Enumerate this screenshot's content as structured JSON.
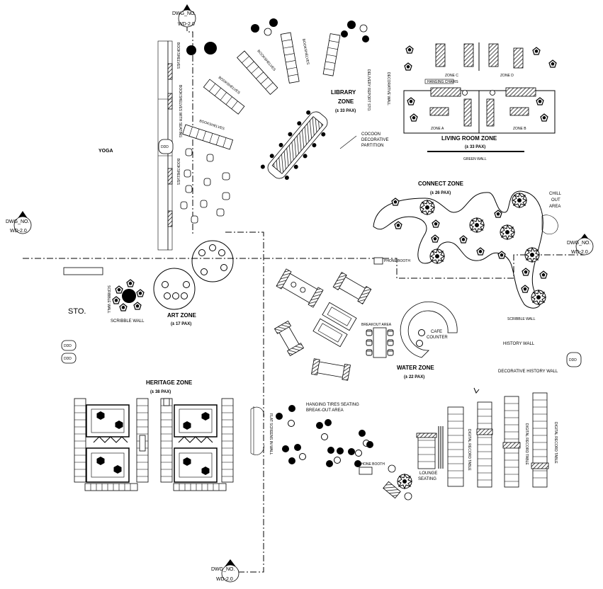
{
  "section_markers": [
    {
      "top": "DWG_NO.",
      "bottom": "WD-2.0"
    },
    {
      "top": "DWG_NO.",
      "bottom": "WD-2.0"
    },
    {
      "top": "DWG_NO.",
      "bottom": "WD-2.0"
    },
    {
      "top": "DWG_NO.",
      "bottom": "WD-2.0"
    }
  ],
  "zones": {
    "library": {
      "title": "LIBRARY",
      "line2": "ZONE",
      "capacity": "(± 33 PAX)"
    },
    "living_room": {
      "title": "LIVING ROOM ZONE",
      "capacity": "(± 33 PAX)",
      "note": "GREEN WALL"
    },
    "connect": {
      "title": "CONNECT ZONE",
      "capacity": "(± 26 PAX)"
    },
    "art": {
      "title": "ART ZONE",
      "capacity": "(± 17 PAX)"
    },
    "water": {
      "title": "WATER ZONE",
      "capacity": "(± 22 PAX)"
    },
    "heritage": {
      "title": "HERITAGE ZONE",
      "capacity": "(± 38 PAX)"
    }
  },
  "labels": {
    "yoga": "YOGA",
    "sto": "STO.",
    "delivery_report": "DELIVERY REPORT STO.",
    "decorative_wall": "DECORATIVE WALL",
    "cocoon_1": "COCOON",
    "cocoon_2": "DECORATIVE",
    "cocoon_3": "PARTITION",
    "hanging_chairs": "HANGING CHAIRS",
    "zone_c": "ZONE C",
    "zone_d": "ZONE D",
    "zone_a": "ZONE A",
    "zone_b": "ZONE B",
    "chill_1": "CHILL",
    "chill_2": "OUT",
    "chill_3": "AREA",
    "scribble_wall_v": "SCRIBBLE WALL",
    "scribble_wall_art": "SCRIBBLE WALL",
    "scribble_wall_right": "SCRIBBLE WALL",
    "breakout_area": "BREAKOUT AREA",
    "cafe_1": "CAFE",
    "cafe_2": "COUNTER",
    "history_wall": "HISTORY WALL",
    "decorative_history_wall": "DECORATIVE HISTORY WALL",
    "hanging_tires_1": "HANGING TIRES SEATING",
    "hanging_tires_2": "BREAK-OUT AREA",
    "lounge_1": "LOUNGE",
    "lounge_2": "SEATING",
    "bookshelves_seating": "BOOKSHELVES WITH SEATING",
    "bookshelves_1": "BOOKSHELVES",
    "bookshelves_2": "BOOKSHELVES",
    "bookshelves_3": "BOOKSHELVES",
    "bookshelves_4": "BOOKSHELVES",
    "bookshelves_5": "BOOKSHELVES",
    "bookshelves_6": "BOOKSHELVES",
    "ddd_1": "DDD",
    "ddd_2": "DDD",
    "ddd_3": "DDD",
    "ddd_4": "DDD",
    "phone_booth": "PHONE BOOTH",
    "phone_booth_2": "PHONE BOOTH",
    "vert_side": "FLAT SCREENS IN WALL",
    "display_1": "DIGITAL RECORD TABLE",
    "display_2": "DIGITAL RECORD TABLE",
    "display_3": "DIGITAL RECORD TABLE"
  }
}
